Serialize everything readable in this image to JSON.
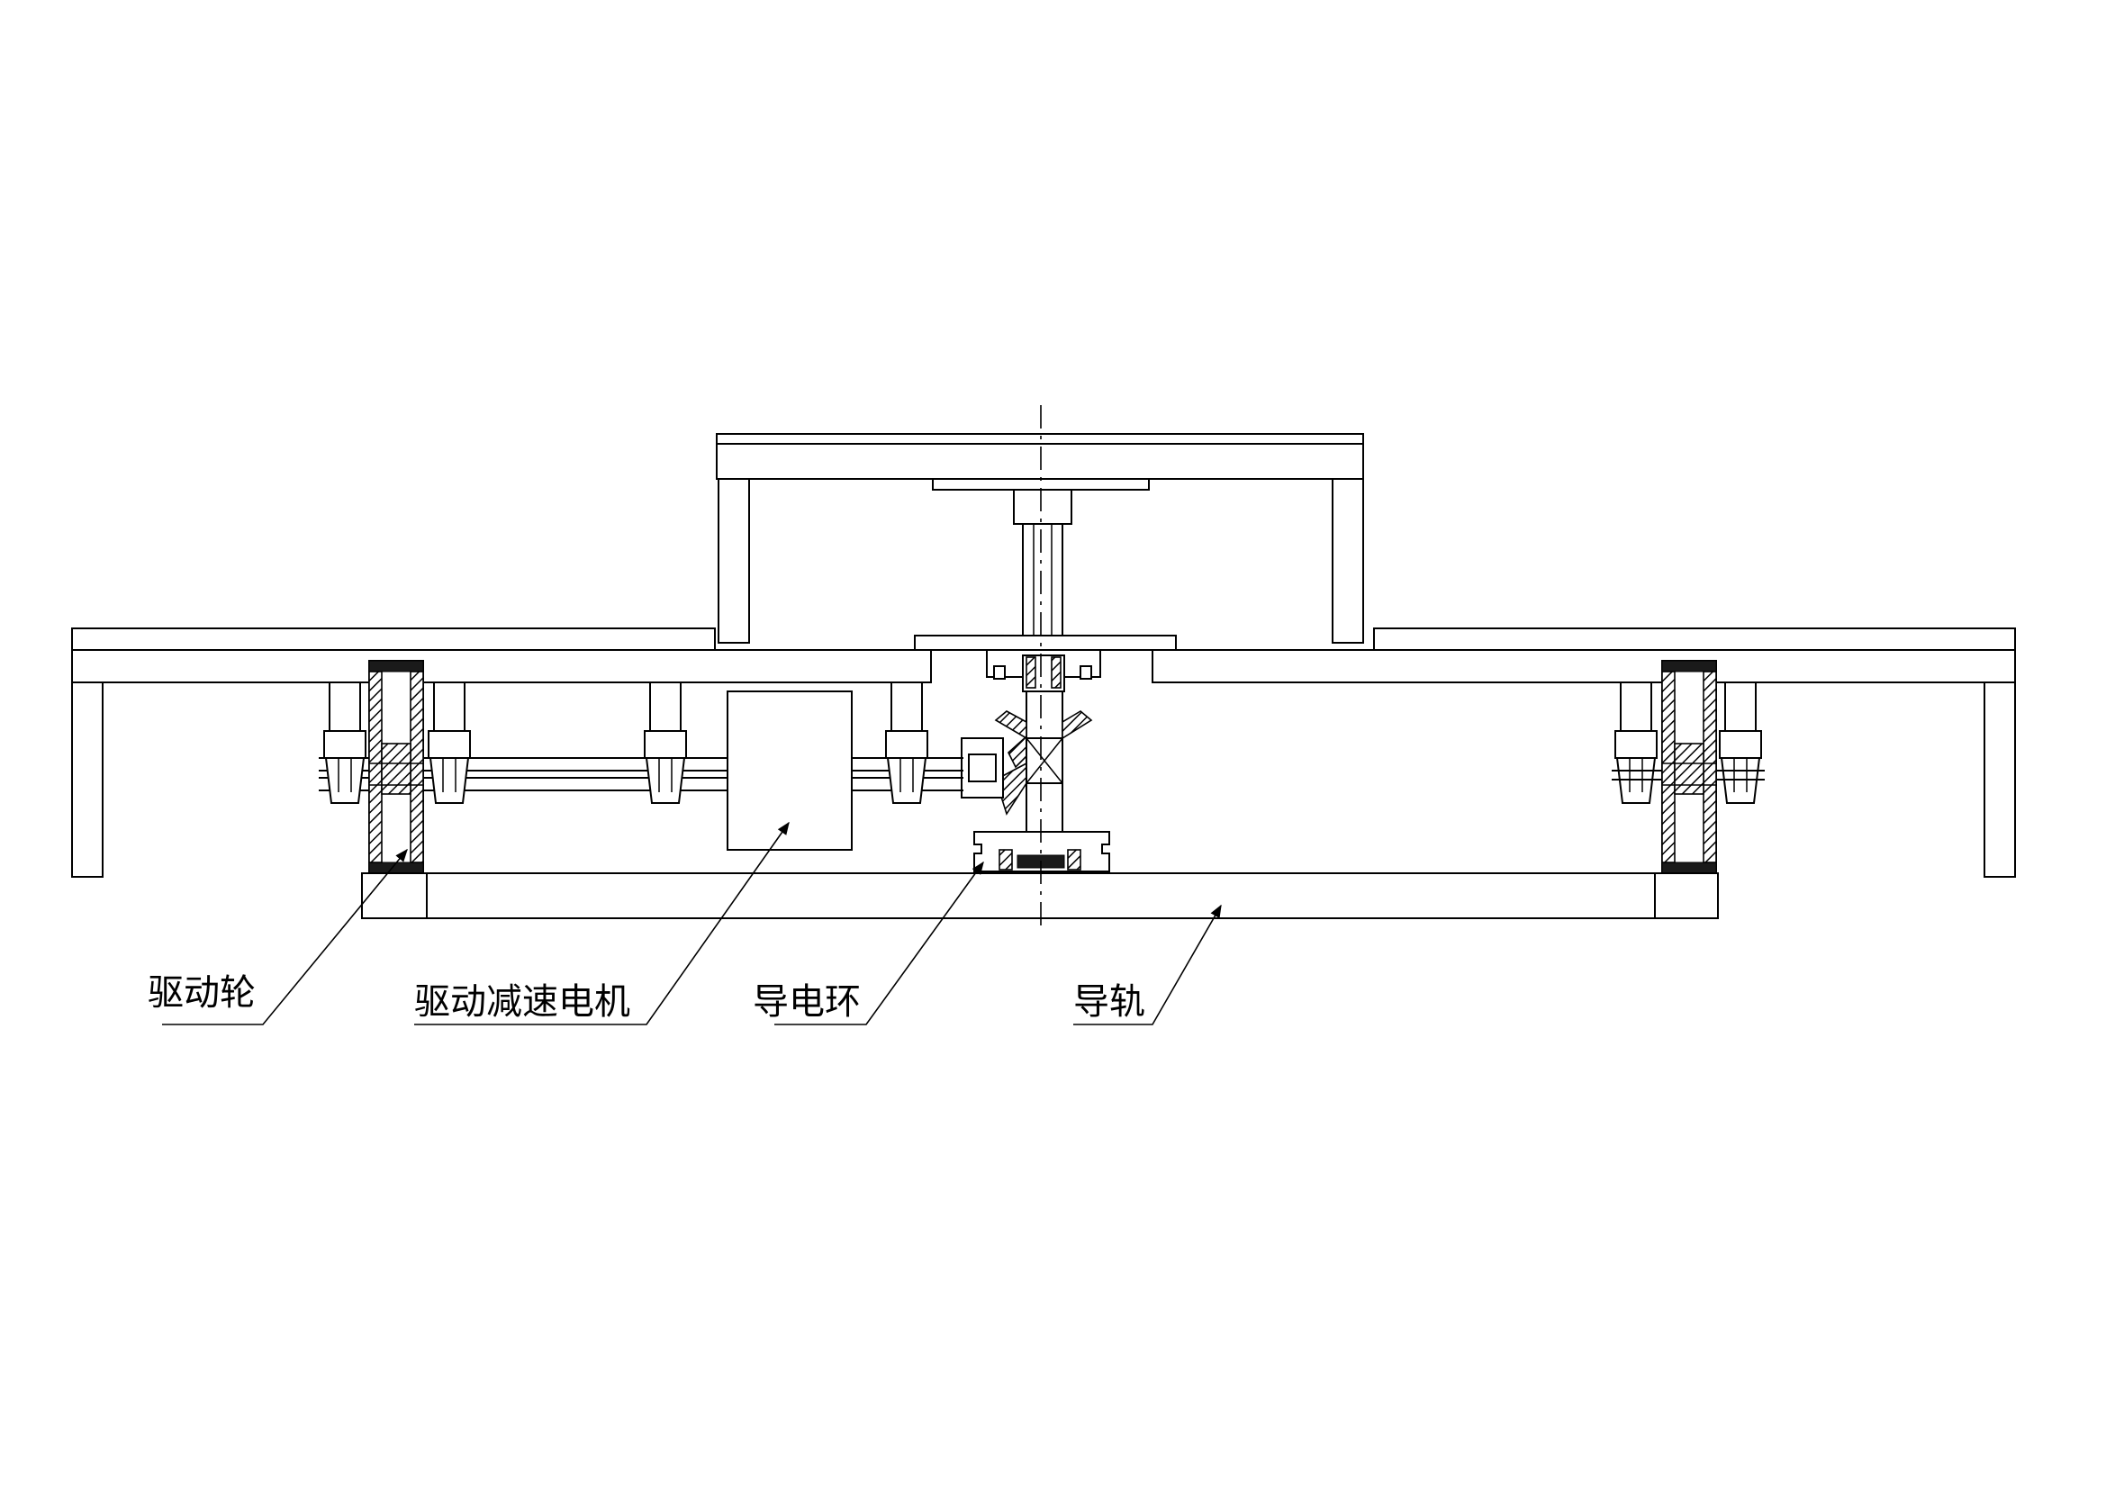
{
  "labels": {
    "drive_wheel": "驱动轮",
    "drive_motor": "驱动减速电机",
    "slip_ring": "导电环",
    "guide_rail": "导轨"
  },
  "colors": {
    "line": "#000000",
    "background": "#ffffff"
  }
}
